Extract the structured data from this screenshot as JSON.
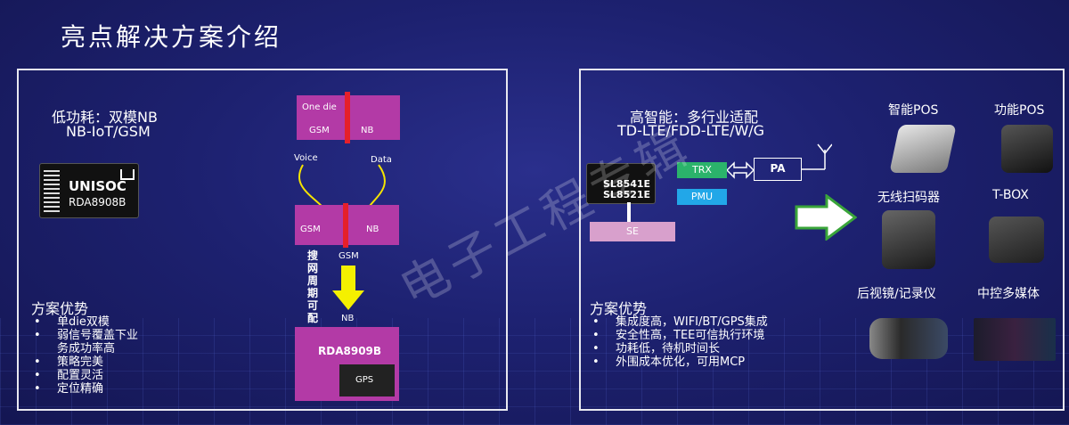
{
  "title": "亮点解决方案介绍",
  "watermark": "电子工程专辑",
  "left": {
    "heading1": "低功耗：双模NB",
    "heading2": "NB-IoT/GSM",
    "chip_brand": "UNISOC",
    "chip_model": "RDA8908B",
    "one_die": "One die",
    "gsm_top": "GSM",
    "nb_top": "NB",
    "voice": "Voice",
    "data": "Data",
    "gsm_mid": "GSM",
    "nb_mid": "NB",
    "search_vertical": [
      "搜",
      "网",
      "周",
      "期",
      "可",
      "配"
    ],
    "gsm_label": "GSM",
    "nb_label": "NB",
    "bottom_chip": "RDA8909B",
    "gps": "GPS",
    "advantages_title": "方案优势",
    "advantages": [
      "单die双模",
      "弱信号覆盖下业",
      "务成功率高",
      "策略完美",
      "配置灵活",
      "定位精确"
    ]
  },
  "right": {
    "heading1": "高智能：多行业适配",
    "heading2": "TD-LTE/FDD-LTE/W/G",
    "chip1": "SL8541E",
    "chip2": "SL8521E",
    "trx": "TRX",
    "pa": "PA",
    "pmu": "PMU",
    "se": "SE",
    "devices": [
      "智能POS",
      "功能POS",
      "无线扫码器",
      "T-BOX",
      "后视镜/记录仪",
      "中控多媒体"
    ],
    "advantages_title": "方案优势",
    "advantages": [
      "集成度高，WIFI/BT/GPS集成",
      "安全性高，TEE可信执行环境",
      "功耗低，待机时间长",
      "外围成本优化，可用MCP"
    ]
  }
}
